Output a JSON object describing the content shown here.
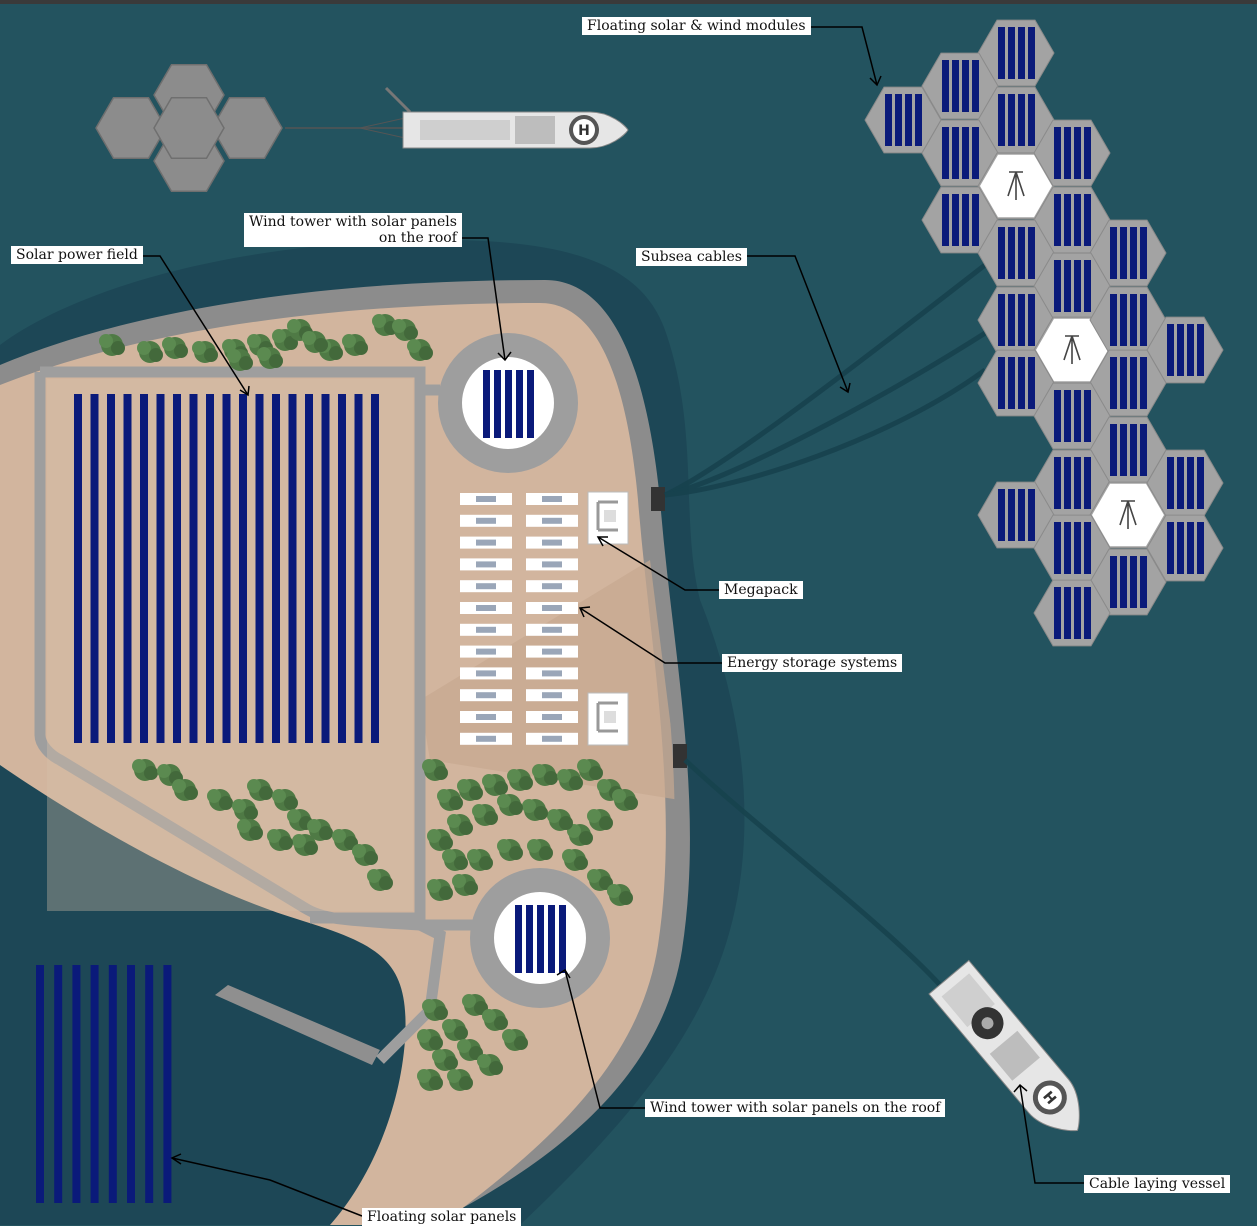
{
  "labels": {
    "floating_modules": "Floating solar & wind modules",
    "wind_tower_top_line1": "Wind tower with solar panels",
    "wind_tower_top_line2": "on the roof",
    "solar_field": "Solar power field",
    "subsea_cables": "Subsea cables",
    "megapack": "Megapack",
    "energy_storage": "Energy storage systems",
    "wind_tower_bottom": "Wind tower with solar panels on the roof",
    "cable_vessel": "Cable laying vessel",
    "floating_panels": "Floating solar panels"
  },
  "icons": {
    "helipad": "helipad-icon",
    "wind_turbine": "wind-turbine-icon"
  },
  "colors": {
    "sea": "#23535f",
    "shallow": "#1d4756",
    "island_sand": "#d2b59e",
    "sea_wall": "#8f8f8f",
    "road": "#9e9e9e",
    "solar_panel": "#0a1a7a",
    "tree": "#4f7a45",
    "hex_module": "#a3a3a3",
    "label_bg": "#ffffff"
  }
}
